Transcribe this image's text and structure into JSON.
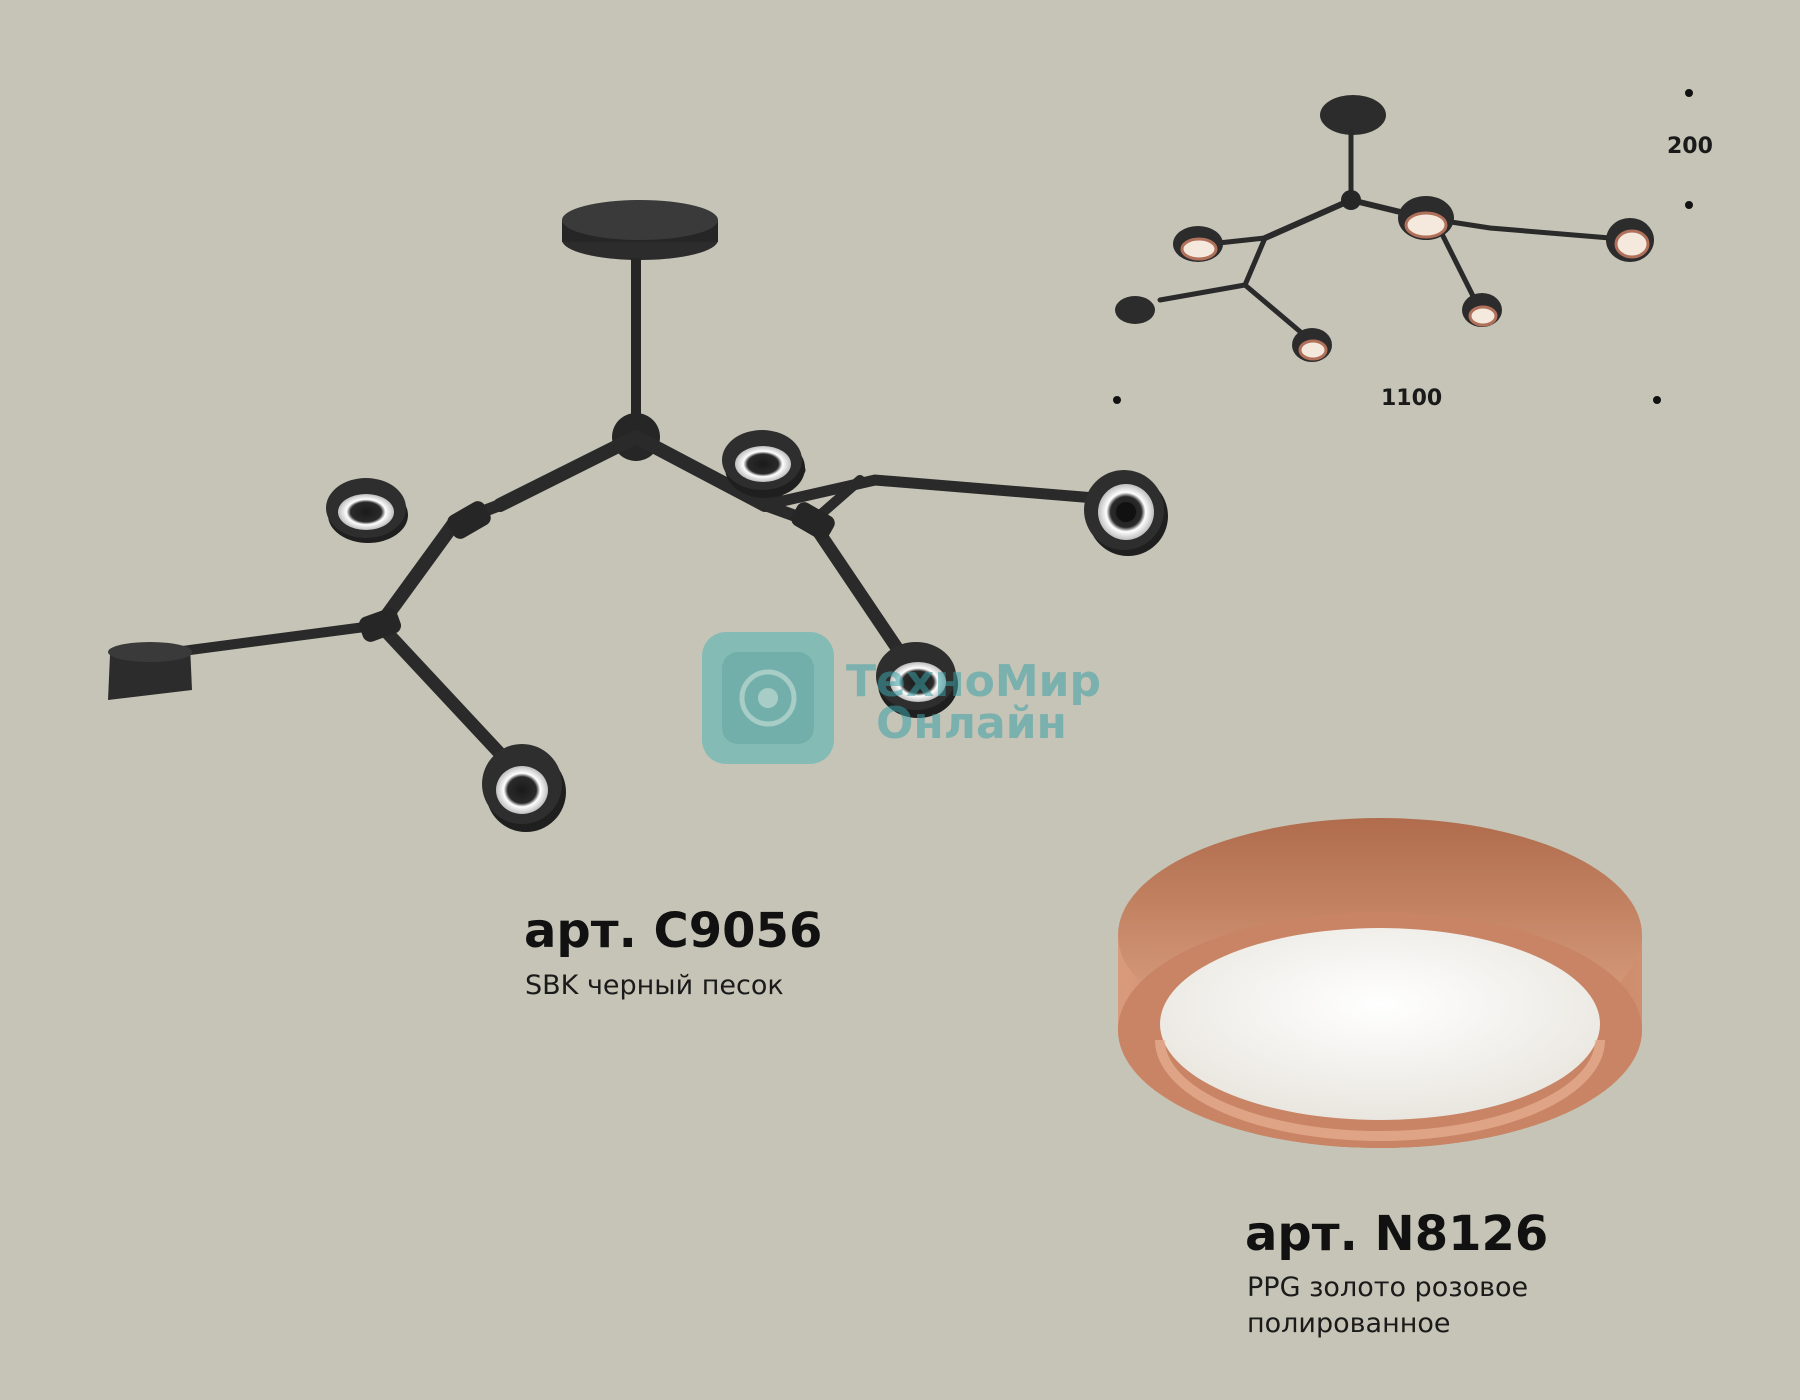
{
  "products": {
    "chandelier": {
      "article": "арт. C9056",
      "finish": "SBK черный песок"
    },
    "ring": {
      "article": "арт. N8126",
      "finish_line1": "PPG золото розовое",
      "finish_line2": "полированное"
    }
  },
  "dimensions": {
    "height": "200",
    "width": "1100"
  },
  "watermark": {
    "line1": "ТехноМир",
    "line2": "Онлайн"
  },
  "colors": {
    "background": "#c5c4b6",
    "fixture_black": "#2b2b2b",
    "rose_gold": "#c98a6a",
    "diffuser_white": "#f3f1ec"
  },
  "icons": {
    "watermark_logo": "gear-circuit-icon",
    "dimension_marker": "dot-icon"
  }
}
